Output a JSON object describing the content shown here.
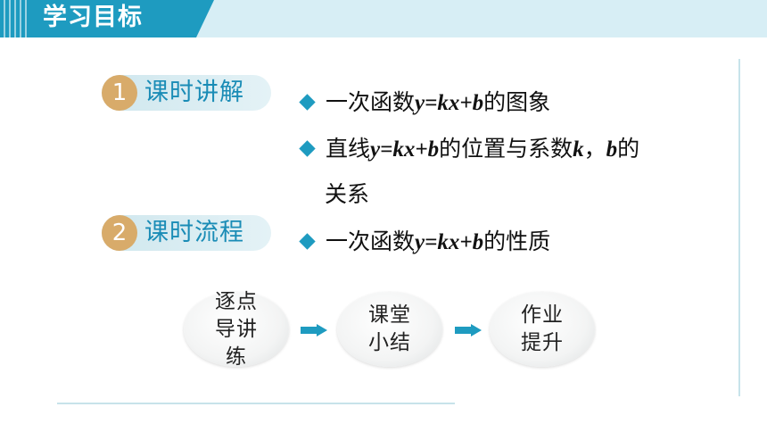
{
  "header": {
    "title": "学习目标"
  },
  "badges": [
    {
      "num": "1",
      "label": "课时讲解"
    },
    {
      "num": "2",
      "label": "课时流程"
    }
  ],
  "bullets": {
    "b1": {
      "pre": "一次函数",
      "eq": "y=kx+b",
      "post": "的图象"
    },
    "b2": {
      "pre": "直线",
      "eq": "y=kx+b",
      "mid": "的位置与系数",
      "k": "k",
      "comma": "，",
      "b": "b",
      "post": "的",
      "cont": "关系"
    },
    "b3": {
      "pre": "一次函数",
      "eq": "y=kx+b",
      "post": "的性质"
    }
  },
  "flow": [
    {
      "line1": "逐点",
      "line2": "导讲练"
    },
    {
      "line1": "课堂",
      "line2": "小结"
    },
    {
      "line1": "作业",
      "line2": "提升"
    }
  ],
  "colors": {
    "accent": "#1e9bc0",
    "badge_num": "#d8ab6a",
    "badge_text": "#1a8cb6"
  }
}
